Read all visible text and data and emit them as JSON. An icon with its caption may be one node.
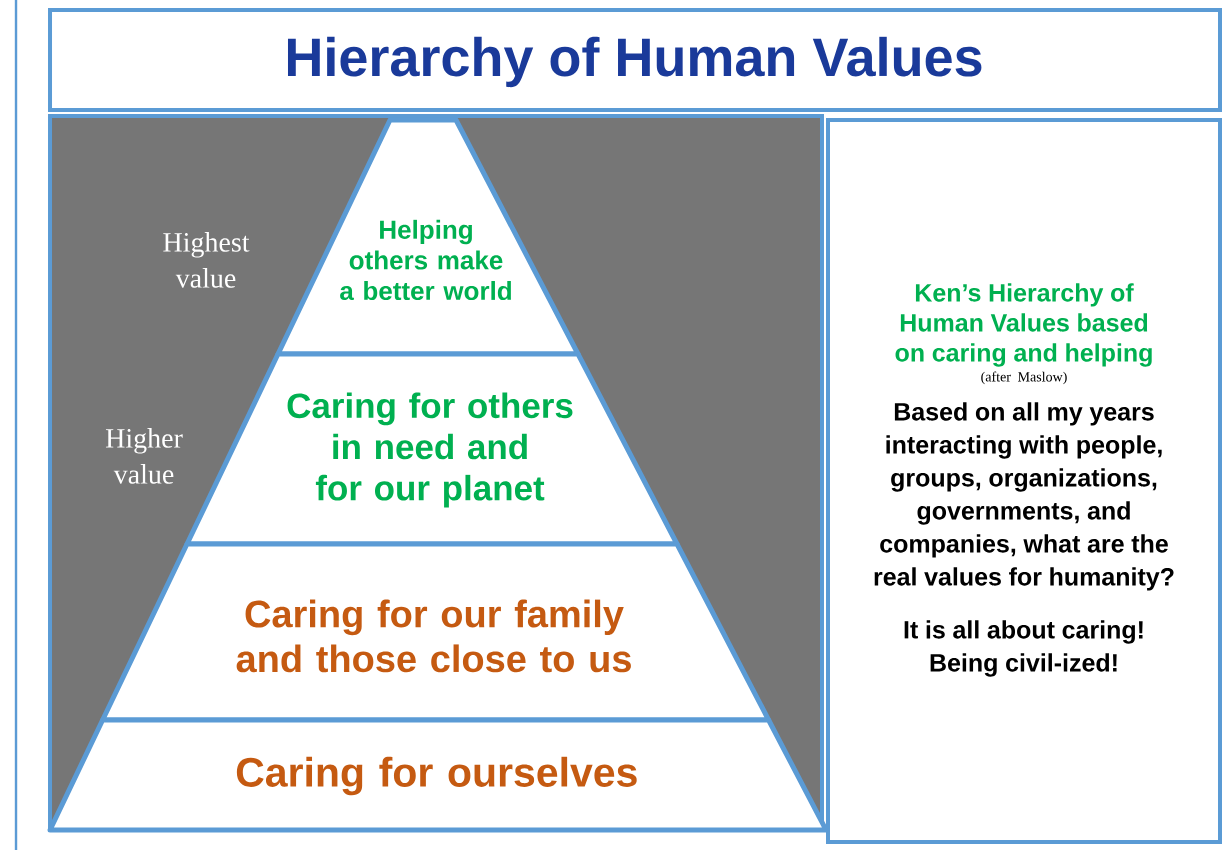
{
  "diagram": {
    "title": "Hierarchy of Human Values",
    "nodes": [
      {
        "text": [
          "Helping others make a better world"
        ]
      },
      {
        "text": [
          "Caring for others in need and for our planet"
        ]
      },
      {
        "text": [
          "Caring for our family and those close to us"
        ]
      },
      {
        "text": [
          "Caring for ourselves"
        ]
      },
      {
        "text": [
          "Ken’s Hierarchy of Human Values based on caring and helping",
          "(after Maslow)",
          "Based on all my years interacting with people, groups, organizations, governments, and companies, what are the real values for humanity?",
          "It is all about caring! Being civil-ized!"
        ]
      }
    ],
    "labels": [
      "Highest value",
      "Higher value"
    ]
  }
}
